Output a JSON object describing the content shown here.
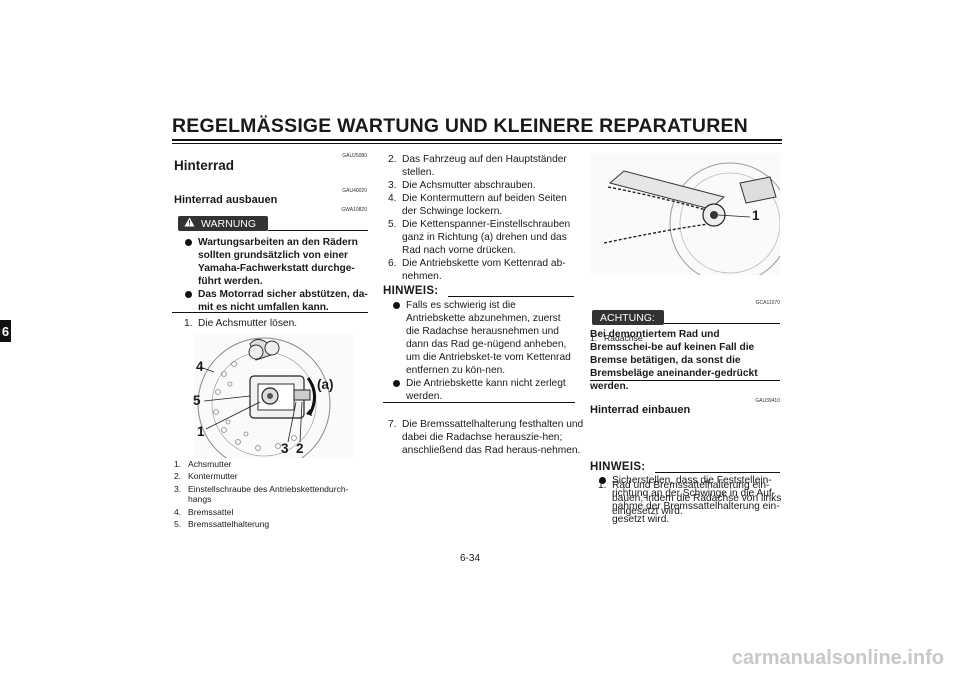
{
  "page": {
    "title": "REGELMÄSSIGE WARTUNG UND KLEINERE REPARATUREN",
    "chapter_tab": "6",
    "page_number": "6-34",
    "watermark": "carmanualsonline.info"
  },
  "left": {
    "code_main": "GAU25080",
    "heading": "Hinterrad",
    "code_sub": "GAU40020",
    "subheading": "Hinterrad ausbauen",
    "code_warn": "GWA10820",
    "warning_label": "WARNUNG",
    "warning_items": [
      "Wartungsarbeiten an den Rädern sollten grundsätzlich von einer Yamaha-Fachwerkstatt durchge-führt werden.",
      "Das Motorrad sicher abstützen, da-mit es nicht umfallen kann."
    ],
    "step1_num": "1.",
    "step1": "Die Achsmutter lösen.",
    "figure_callouts": [
      "4",
      "5",
      "1",
      "3",
      "2",
      "(a)"
    ],
    "legend": [
      {
        "n": "1.",
        "t": "Achsmutter"
      },
      {
        "n": "2.",
        "t": "Kontermutter"
      },
      {
        "n": "3.",
        "t": "Einstellschraube des Antriebskettendurch-hangs"
      },
      {
        "n": "4.",
        "t": "Bremssattel"
      },
      {
        "n": "5.",
        "t": "Bremssattelhalterung"
      }
    ]
  },
  "middle": {
    "steps": [
      {
        "n": "2.",
        "t": "Das Fahrzeug auf den Hauptständer stellen."
      },
      {
        "n": "3.",
        "t": "Die Achsmutter abschrauben."
      },
      {
        "n": "4.",
        "t": "Die Kontermuttern auf beiden Seiten der Schwinge lockern."
      },
      {
        "n": "5.",
        "t": "Die Kettenspanner-Einstellschrauben ganz in Richtung (a) drehen und das Rad nach vorne drücken."
      },
      {
        "n": "6.",
        "t": "Die Antriebskette vom Kettenrad ab-nehmen."
      }
    ],
    "hinweis_label": "HINWEIS:",
    "hinweis_items": [
      "Falls es schwierig ist die Antriebskette abzunehmen, zuerst die Radachse herausnehmen und dann das Rad ge-nügend anheben, um die Antriebsket-te vom Kettenrad entfernen zu kön-nen.",
      "Die Antriebskette kann nicht zerlegt werden."
    ],
    "step7_num": "7.",
    "step7": "Die Bremssattelhalterung festhalten und dabei die Radachse herauszie-hen; anschließend das Rad heraus-nehmen."
  },
  "right": {
    "figure_callout": "1",
    "legend": [
      {
        "n": "1.",
        "t": "Radachse"
      }
    ],
    "code_caution": "GCA11070",
    "caution_label": "ACHTUNG:",
    "caution_text": "Bei demontiertem Rad und Bremsschei-be auf keinen Fall die Bremse betätigen, da sonst die Bremsbeläge aneinander-gedrückt werden.",
    "code_install": "GAU39410",
    "install_heading": "Hinterrad einbauen",
    "install_step_num": "1.",
    "install_step": "Rad und Bremssattelhalterung ein-bauen, indem die Radachse von links eingesetzt wird.",
    "hinweis_label": "HINWEIS:",
    "hinweis_items": [
      "Sicherstellen, dass die Feststellein-richtung an der Schwinge in die Auf-nahme der Bremssattelhalterung ein-gesetzt wird."
    ]
  }
}
